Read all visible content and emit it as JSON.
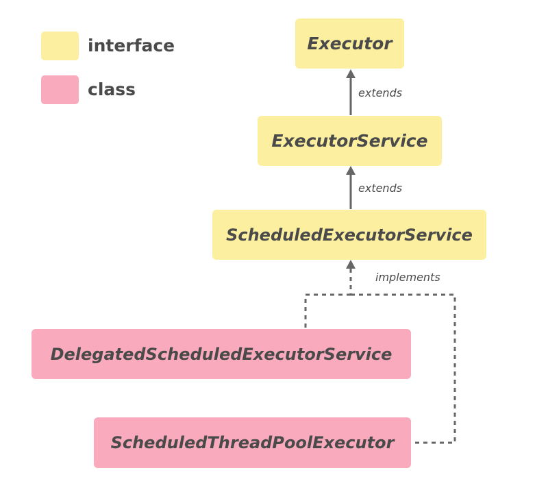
{
  "colors": {
    "interface": "#fcef9f",
    "class": "#f9aabd",
    "text": "#4a4a4a",
    "line": "#666666"
  },
  "legend": {
    "interface_label": "interface",
    "class_label": "class"
  },
  "nodes": {
    "executor": "Executor",
    "executor_service": "ExecutorService",
    "scheduled_executor_service": "ScheduledExecutorService",
    "delegated_scheduled_executor_service": "DelegatedScheduledExecutorService",
    "scheduled_thread_pool_executor": "ScheduledThreadPoolExecutor"
  },
  "edges": {
    "extends_1": "extends",
    "extends_2": "extends",
    "implements": "implements"
  }
}
